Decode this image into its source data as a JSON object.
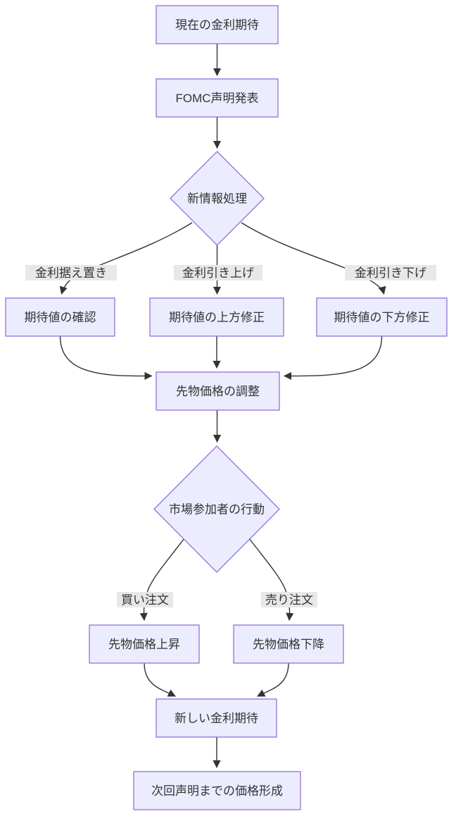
{
  "diagram_type": "flowchart-top-down",
  "colors": {
    "node-fill": "#ECECFF",
    "node-border": "#9370DB",
    "edge-color": "#333333",
    "label-bg": "#e8e8e8",
    "text-color": "#333333",
    "canvas-bg": "#ffffff"
  },
  "nodes": {
    "current_rate_expectations": "現在の金利期待",
    "fomc_statement": "FOMC声明発表",
    "new_info_processing": "新情報処理",
    "confirm_expectations": "期待値の確認",
    "revise_expectations_up": "期待値の上方修正",
    "revise_expectations_down": "期待値の下方修正",
    "futures_price_adjustment": "先物価格の調整",
    "market_participants_action": "市場参加者の行動",
    "futures_price_up": "先物価格上昇",
    "futures_price_down": "先物価格下降",
    "new_rate_expectations": "新しい金利期待",
    "price_formation_until_next": "次回声明までの価格形成"
  },
  "edge_labels": {
    "rate_hold": "金利据え置き",
    "rate_hike": "金利引き上げ",
    "rate_cut": "金利引き下げ",
    "buy_order": "買い注文",
    "sell_order": "売り注文"
  }
}
